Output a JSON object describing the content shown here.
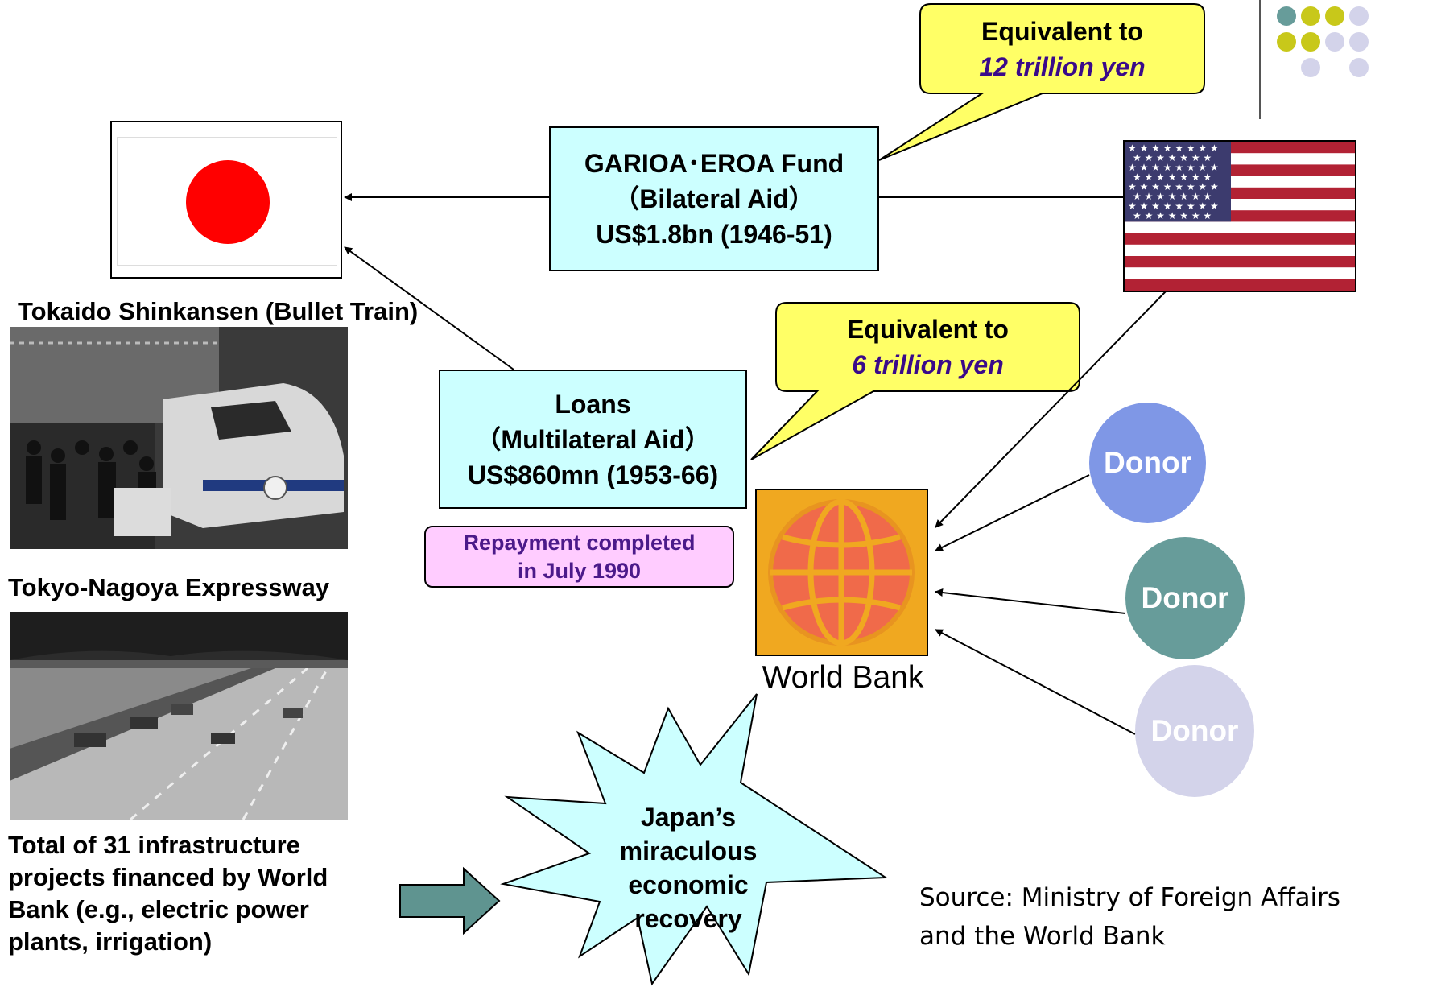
{
  "garioa": {
    "title": "GARIOA･EROA Fund",
    "subtitle": "（Bilateral Aid）",
    "amount": "US$1.8bn (1946-51)"
  },
  "callout_top": {
    "line1": "Equivalent to",
    "line2": "12 trillion yen"
  },
  "callout_mid": {
    "line1": "Equivalent to",
    "line2": "6 trillion yen"
  },
  "loans": {
    "title": "Loans",
    "subtitle": "（Multilateral Aid）",
    "amount": "US$860mn (1953-66)"
  },
  "repayment": {
    "line1": "Repayment completed",
    "line2": "in July 1990"
  },
  "world_bank_label": "World Bank",
  "donors": [
    {
      "label": "Donor",
      "color": "#7f97e6"
    },
    {
      "label": "Donor",
      "color": "#679c9a"
    },
    {
      "label": "Donor",
      "color": "#d3d3ea"
    }
  ],
  "shinkansen_label": "Tokaido Shinkansen (Bullet Train)",
  "expressway_label": "Tokyo-Nagoya Expressway",
  "infrastructure_text": [
    "Total of 31 infrastructure",
    "projects financed by World",
    "Bank (e.g., electric power",
    "plants, irrigation)"
  ],
  "recovery_text": [
    "Japan’s",
    "miraculous",
    "economic",
    "recovery"
  ],
  "source_text": [
    "Source: Ministry of Foreign Affairs",
    "and the World Bank"
  ],
  "colors": {
    "fund_box": "#ccffff",
    "callout": "#ffff66",
    "repayment_box": "#ffccff",
    "world_bank_bg": "#f0a820",
    "world_bank_globe": "#f06a4a",
    "arrow_block": "#5f9490",
    "deco_teal": "#679c9a",
    "deco_yellow": "#c8c81a",
    "deco_lavender": "#d3d3ea"
  }
}
